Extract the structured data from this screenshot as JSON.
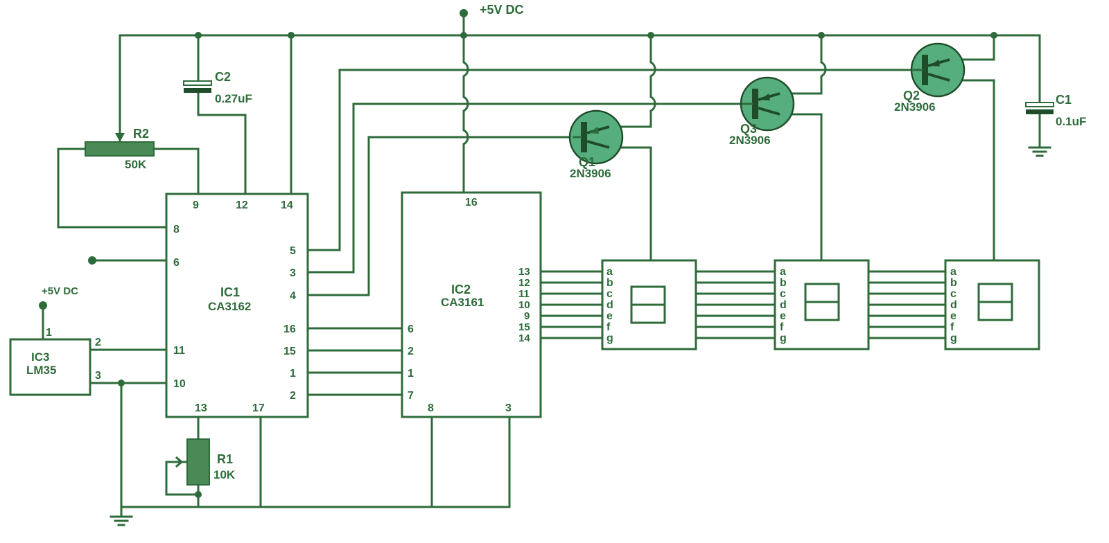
{
  "supply": {
    "main": "+5V DC",
    "ic3": "+5V DC"
  },
  "ic1": {
    "name": "IC1",
    "part": "CA3162",
    "pins": {
      "p9": "9",
      "p12": "12",
      "p14": "14",
      "p8": "8",
      "p6": "6",
      "p11": "11",
      "p10": "10",
      "p13": "13",
      "p17": "17",
      "p5": "5",
      "p3": "3",
      "p4": "4",
      "p16": "16",
      "p15": "15",
      "p1": "1",
      "p2": "2"
    }
  },
  "ic2": {
    "name": "IC2",
    "part": "CA3161",
    "pins": {
      "p16": "16",
      "p6": "6",
      "p2": "2",
      "p1": "1",
      "p7": "7",
      "p8": "8",
      "p3": "3",
      "p13": "13",
      "p12": "12",
      "p11": "11",
      "p10": "10",
      "p9": "9",
      "p15": "15",
      "p14": "14"
    }
  },
  "ic3": {
    "name": "IC3",
    "part": "LM35",
    "pins": {
      "p1": "1",
      "p2": "2",
      "p3": "3"
    }
  },
  "c2": {
    "name": "C2",
    "value": "0.27uF"
  },
  "c1": {
    "name": "C1",
    "value": "0.1uF"
  },
  "r2": {
    "name": "R2",
    "value": "50K"
  },
  "r1": {
    "name": "R1",
    "value": "10K"
  },
  "q1": {
    "name": "Q1",
    "part": "2N3906"
  },
  "q2": {
    "name": "Q2",
    "part": "2N3906"
  },
  "q3": {
    "name": "Q3",
    "part": "2N3906"
  },
  "segments": [
    "a",
    "b",
    "c",
    "d",
    "e",
    "f",
    "g"
  ]
}
